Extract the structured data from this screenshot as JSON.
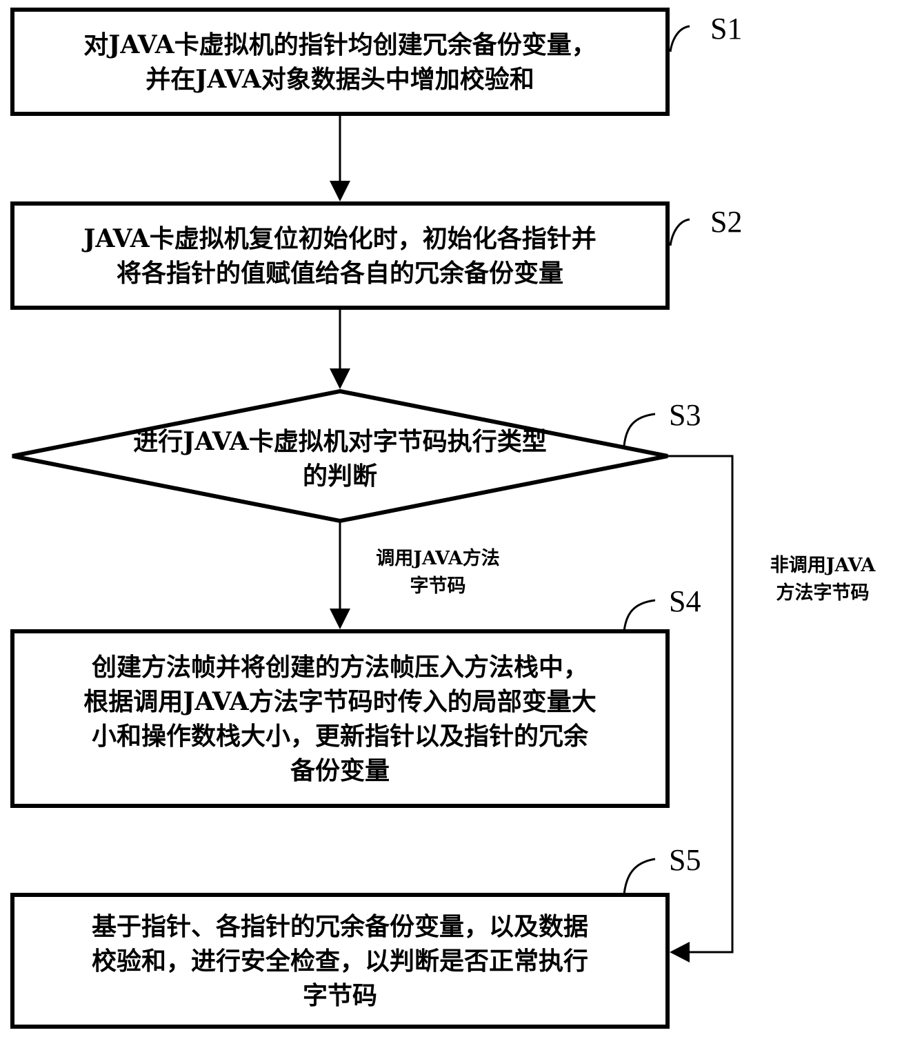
{
  "steps": [
    {
      "id": "S1",
      "label": "S1",
      "shape": "process",
      "lines": [
        "对JAVA卡虚拟机的指针均创建冗余备份变量，",
        "并在JAVA对象数据头中增加校验和"
      ]
    },
    {
      "id": "S2",
      "label": "S2",
      "shape": "process",
      "lines": [
        "JAVA卡虚拟机复位初始化时，初始化各指针并",
        "将各指针的值赋值给各自的冗余备份变量"
      ]
    },
    {
      "id": "S3",
      "label": "S3",
      "shape": "decision",
      "lines": [
        "进行JAVA卡虚拟机对字节码执行类型",
        "的判断"
      ]
    },
    {
      "id": "S4",
      "label": "S4",
      "shape": "process",
      "lines": [
        "创建方法帧并将创建的方法帧压入方法栈中，",
        "根据调用JAVA方法字节码时传入的局部变量大",
        "小和操作数栈大小，更新指针以及指针的冗余",
        "备份变量"
      ]
    },
    {
      "id": "S5",
      "label": "S5",
      "shape": "process",
      "lines": [
        "基于指针、各指针的冗余备份变量，以及数据",
        "校验和，进行安全检查，以判断是否正常执行",
        "字节码"
      ]
    }
  ],
  "edges": [
    {
      "from": "S1",
      "to": "S2",
      "label_lines": []
    },
    {
      "from": "S2",
      "to": "S3",
      "label_lines": []
    },
    {
      "from": "S3",
      "to": "S4",
      "label_lines": [
        "调用JAVA方法",
        "字节码"
      ]
    },
    {
      "from": "S3",
      "to": "S5",
      "label_lines": [
        "非调用JAVA",
        "方法字节码"
      ]
    }
  ]
}
